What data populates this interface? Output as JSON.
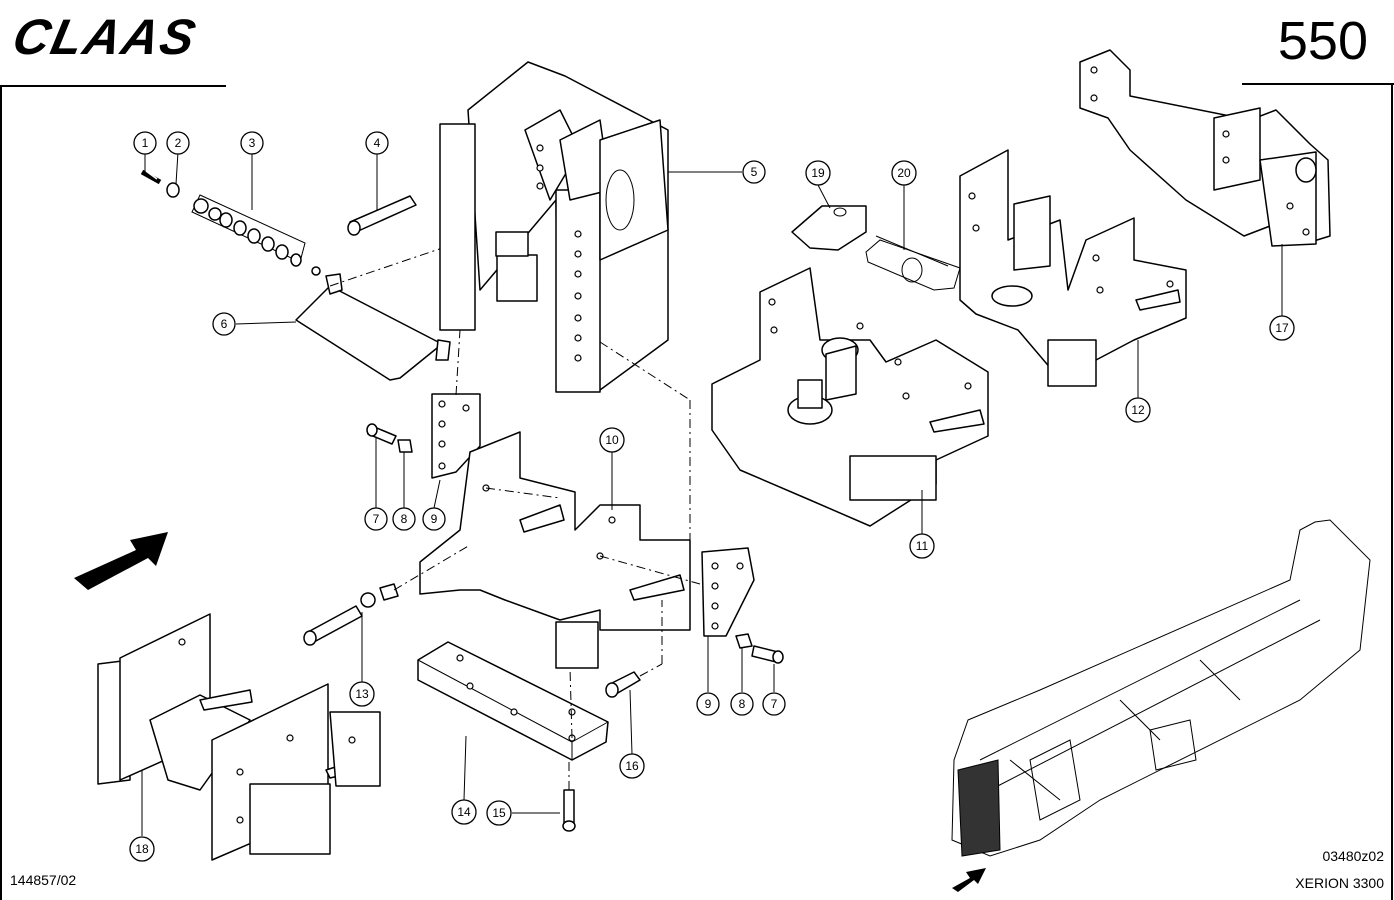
{
  "header": {
    "brand": "CLAAS",
    "page_number": "550"
  },
  "footer": {
    "document_code": "144857/02",
    "drawing_code": "03480z02",
    "model": "XERION 3300"
  },
  "callouts": [
    "1",
    "2",
    "3",
    "4",
    "5",
    "6",
    "7",
    "8",
    "9",
    "19",
    "20",
    "12",
    "11",
    "10",
    "17",
    "18",
    "13",
    "14",
    "15",
    "16",
    "9",
    "8",
    "7"
  ],
  "icons": [
    "direction-arrow-icon",
    "chassis-overview-illustration",
    "claas-logo"
  ]
}
